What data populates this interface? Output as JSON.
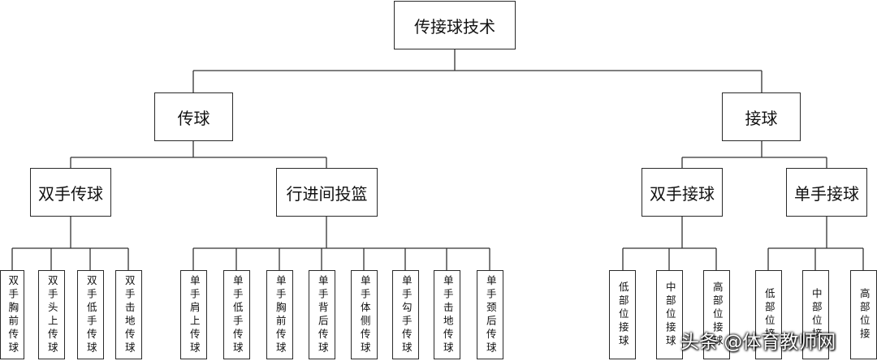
{
  "root": "传接球技术",
  "level1": [
    "传球",
    "接球"
  ],
  "level2": [
    "双手传球",
    "行进间投篮",
    "双手接球",
    "单手接球"
  ],
  "leaves": {
    "g1": [
      "双手胸前传球",
      "双手头上传球",
      "双手低手传球",
      "双手击地传球"
    ],
    "g2": [
      "单手肩上传球",
      "单手低手传球",
      "单手胸前传球",
      "单手背后传球",
      "单手体侧传球",
      "单手勾手传球",
      "单手击地传球",
      "单手颈后传球"
    ],
    "g3": [
      "低部位接球",
      "中部位接球",
      "高部位接球"
    ],
    "g4": [
      "低部位接",
      "中部位接",
      "高部位接"
    ]
  },
  "watermark": "头条 @体育教师网"
}
